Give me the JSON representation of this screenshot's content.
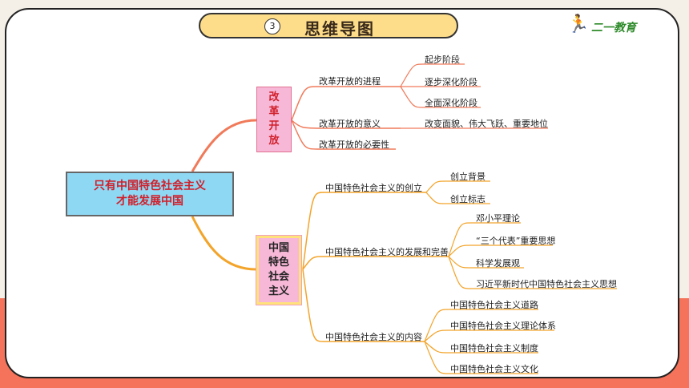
{
  "header": {
    "number": "3",
    "title": "思维导图"
  },
  "logo": {
    "text": "二一教育"
  },
  "mindmap": {
    "root": {
      "line1": "只有中国特色社会主义",
      "line2": "才能发展中国"
    },
    "branch_a": {
      "chars": [
        "改",
        "革",
        "开",
        "放"
      ],
      "progress": "改革开放的进程",
      "progress_items": [
        "起步阶段",
        "逐步深化阶段",
        "全面深化阶段"
      ],
      "meaning": "改革开放的意义",
      "meaning_detail": "改变面貌、伟大飞跃、重要地位",
      "necessity": "改革开放的必要性"
    },
    "branch_b": {
      "lines": [
        "中国",
        "特色",
        "社会",
        "主义"
      ],
      "founding": "中国特色社会主义的创立",
      "founding_items": [
        "创立背景",
        "创立标志"
      ],
      "development": "中国特色社会主义的发展和完善",
      "development_items": [
        "邓小平理论",
        "“三个代表”重要思想",
        "科学发展观",
        "习近平新时代中国特色社会主义思想"
      ],
      "content": "中国特色社会主义的内容",
      "content_items": [
        "中国特色社会主义道路",
        "中国特色社会主义理论体系",
        "中国特色社会主义制度",
        "中国特色社会主义文化"
      ]
    }
  }
}
